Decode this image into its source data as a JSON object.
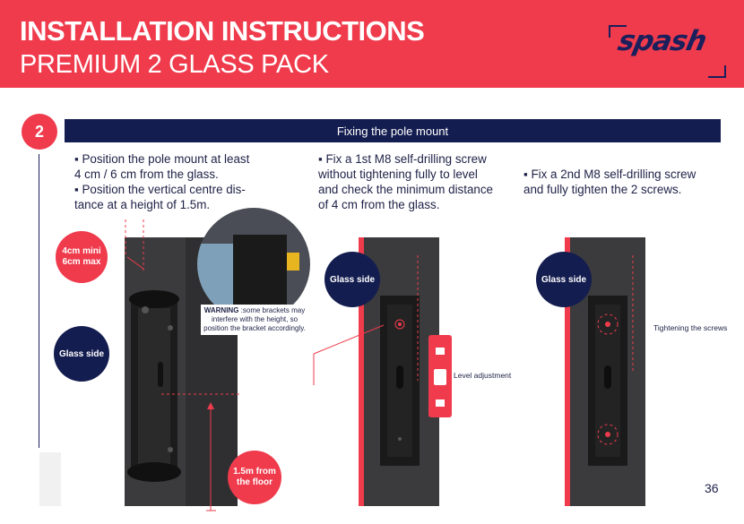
{
  "header": {
    "title": "INSTALLATION INSTRUCTIONS",
    "subtitle": "PREMIUM 2 GLASS PACK",
    "logo_text": "spash",
    "bg_color": "#ef3b4c",
    "accent_color": "#1b1f5c"
  },
  "step": {
    "number": "2",
    "title": "Fixing the pole mount"
  },
  "instructions": {
    "col1": [
      "▪ Position the pole mount at least",
      "4 cm / 6 cm from the glass.",
      "▪ Position the vertical centre dis-",
      "tance at a height of 1.5m."
    ],
    "col2": [
      "▪ Fix a 1st M8 self-drilling screw",
      "without tightening fully to level",
      "and check the minimum distance",
      "of 4 cm from the glass."
    ],
    "col3": [
      "▪ Fix a 2nd M8 self-drilling screw",
      "and fully tighten the 2 screws."
    ]
  },
  "labels": {
    "distance_badge": [
      "4cm mini",
      "6cm max"
    ],
    "glass_side_1": "Glass side",
    "glass_side_2": "Glass side",
    "glass_side_3": "Glass side",
    "height_badge": [
      "1.5m from",
      "the floor"
    ],
    "warning_bold": "WARNING",
    "warning_text": " :some brackets may interfere with the height, so position the bracket accordingly.",
    "level_adjustment": "Level adjustment",
    "tightening": "Tightening the screws"
  },
  "page_number": "36"
}
